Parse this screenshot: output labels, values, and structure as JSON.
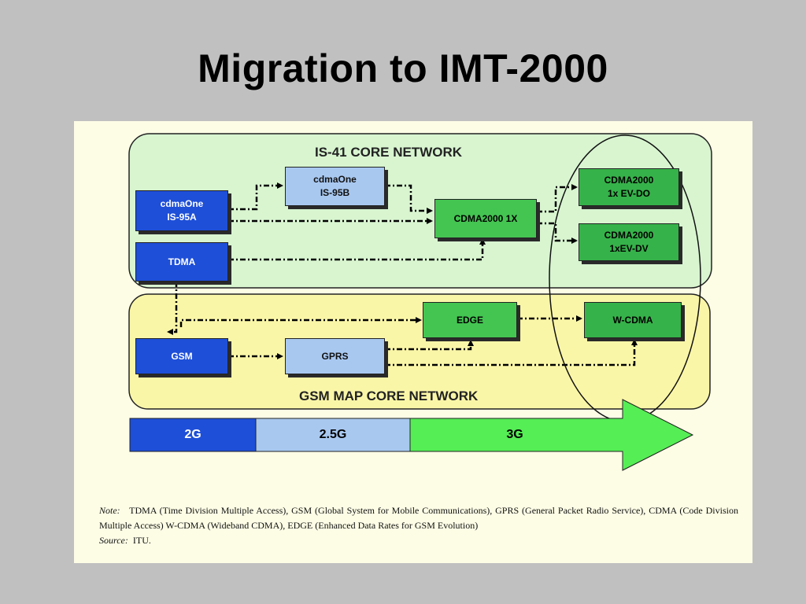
{
  "slide": {
    "title": "Migration to IMT-2000"
  },
  "diagram": {
    "is41_network_label": "IS-41 CORE NETWORK",
    "gsm_network_label": "GSM MAP CORE NETWORK",
    "nodes": {
      "cdmaone_is95a": [
        "cdmaOne",
        "IS-95A"
      ],
      "cdmaone_is95b": [
        "cdmaOne",
        "IS-95B"
      ],
      "tdma": [
        "TDMA"
      ],
      "cdma2000_1x": [
        "CDMA2000 1X"
      ],
      "cdma2000_evdo": [
        "CDMA2000",
        "1x EV-DO"
      ],
      "cdma2000_evdv": [
        "CDMA2000",
        "1xEV-DV"
      ],
      "gsm": [
        "GSM"
      ],
      "gprs": [
        "GPRS"
      ],
      "edge": [
        "EDGE"
      ],
      "wcdma": [
        "W-CDMA"
      ]
    },
    "phases": [
      "2G",
      "2.5G",
      "3G"
    ],
    "colors": {
      "is41_band": "#d8f5d0",
      "gsm_band": "#faf6a8",
      "phase_2g": "#1e4fd8",
      "phase_25g": "#a8c8f0",
      "phase_3g": "#55ee55"
    }
  },
  "note": {
    "note_label": "Note:",
    "note_text": "TDMA (Time Division Multiple Access), GSM (Global System for Mobile Communications), GPRS (General Packet Radio Service), CDMA (Code Division Multiple Access) W-CDMA (Wideband CDMA), EDGE (Enhanced Data Rates for GSM Evolution)",
    "source_label": "Source:",
    "source_text": "ITU."
  }
}
